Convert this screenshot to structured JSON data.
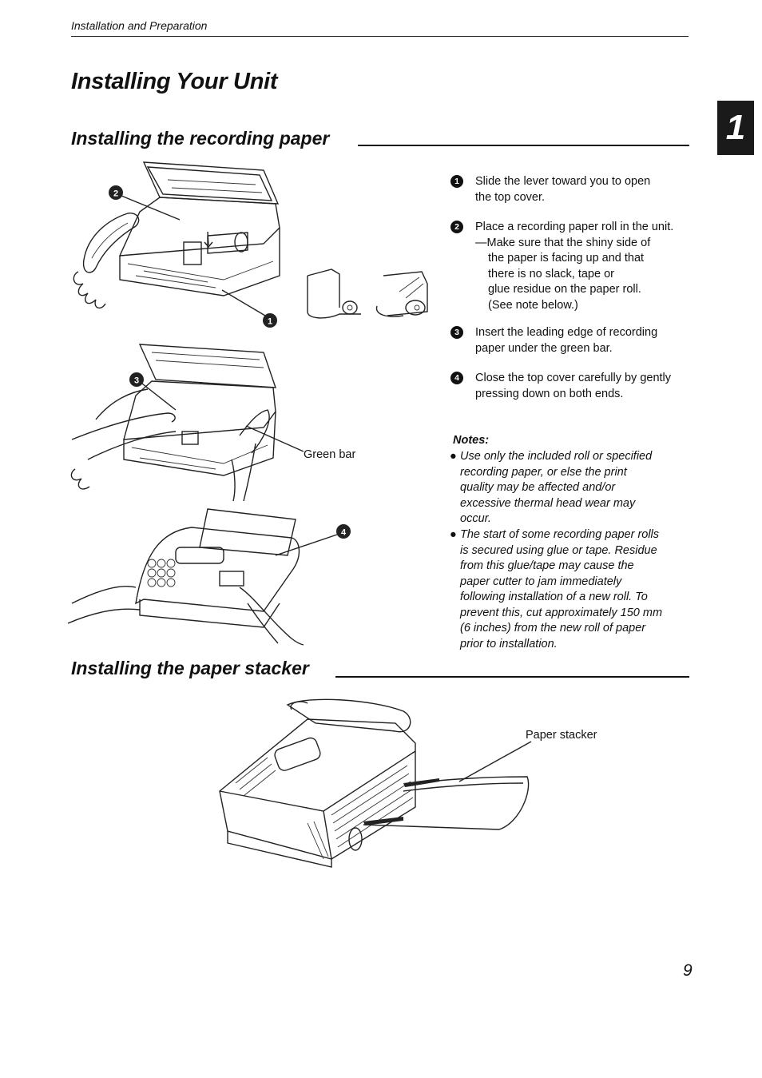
{
  "header": {
    "section_label": "Installation and Preparation"
  },
  "title": "Installing Your Unit",
  "chapter_tab": "1",
  "recording_paper": {
    "heading": "Installing the recording paper",
    "steps": [
      {
        "number": "1",
        "lines": [
          "Slide the lever toward you to open",
          "the top cover."
        ]
      },
      {
        "number": "2",
        "lines": [
          "Place a recording paper roll in the unit."
        ],
        "sub_first": "—Make sure that the shiny side of",
        "sub_rest": [
          "the paper is facing up and that",
          "there is no slack, tape or",
          "glue residue on the paper roll.",
          "(See note below.)"
        ]
      },
      {
        "number": "3",
        "lines": [
          "Insert the leading edge of recording",
          "paper under the green bar."
        ]
      },
      {
        "number": "4",
        "lines": [
          "Close the top cover carefully by gently",
          "pressing down on both ends."
        ]
      }
    ],
    "notes_heading": "Notes:",
    "notes": [
      {
        "lines": [
          "Use only the included roll or specified",
          "recording paper, or else the print",
          "quality may be affected and/or",
          "excessive thermal head wear may",
          "occur."
        ]
      },
      {
        "lines": [
          "The start of some recording paper rolls",
          "is secured using glue or tape. Residue",
          "from this glue/tape may cause the",
          "paper cutter to jam immediately",
          "following installation of a new roll. To",
          "prevent this, cut approximately 150 mm",
          "(6 inches) from the new roll of paper",
          "prior to installation."
        ]
      }
    ],
    "figure_labels": {
      "green_bar": "Green bar"
    },
    "callouts": [
      "1",
      "2",
      "3",
      "4"
    ]
  },
  "paper_stacker": {
    "heading": "Installing the paper stacker",
    "figure_labels": {
      "paper_stacker": "Paper stacker"
    }
  },
  "page_number": "9"
}
